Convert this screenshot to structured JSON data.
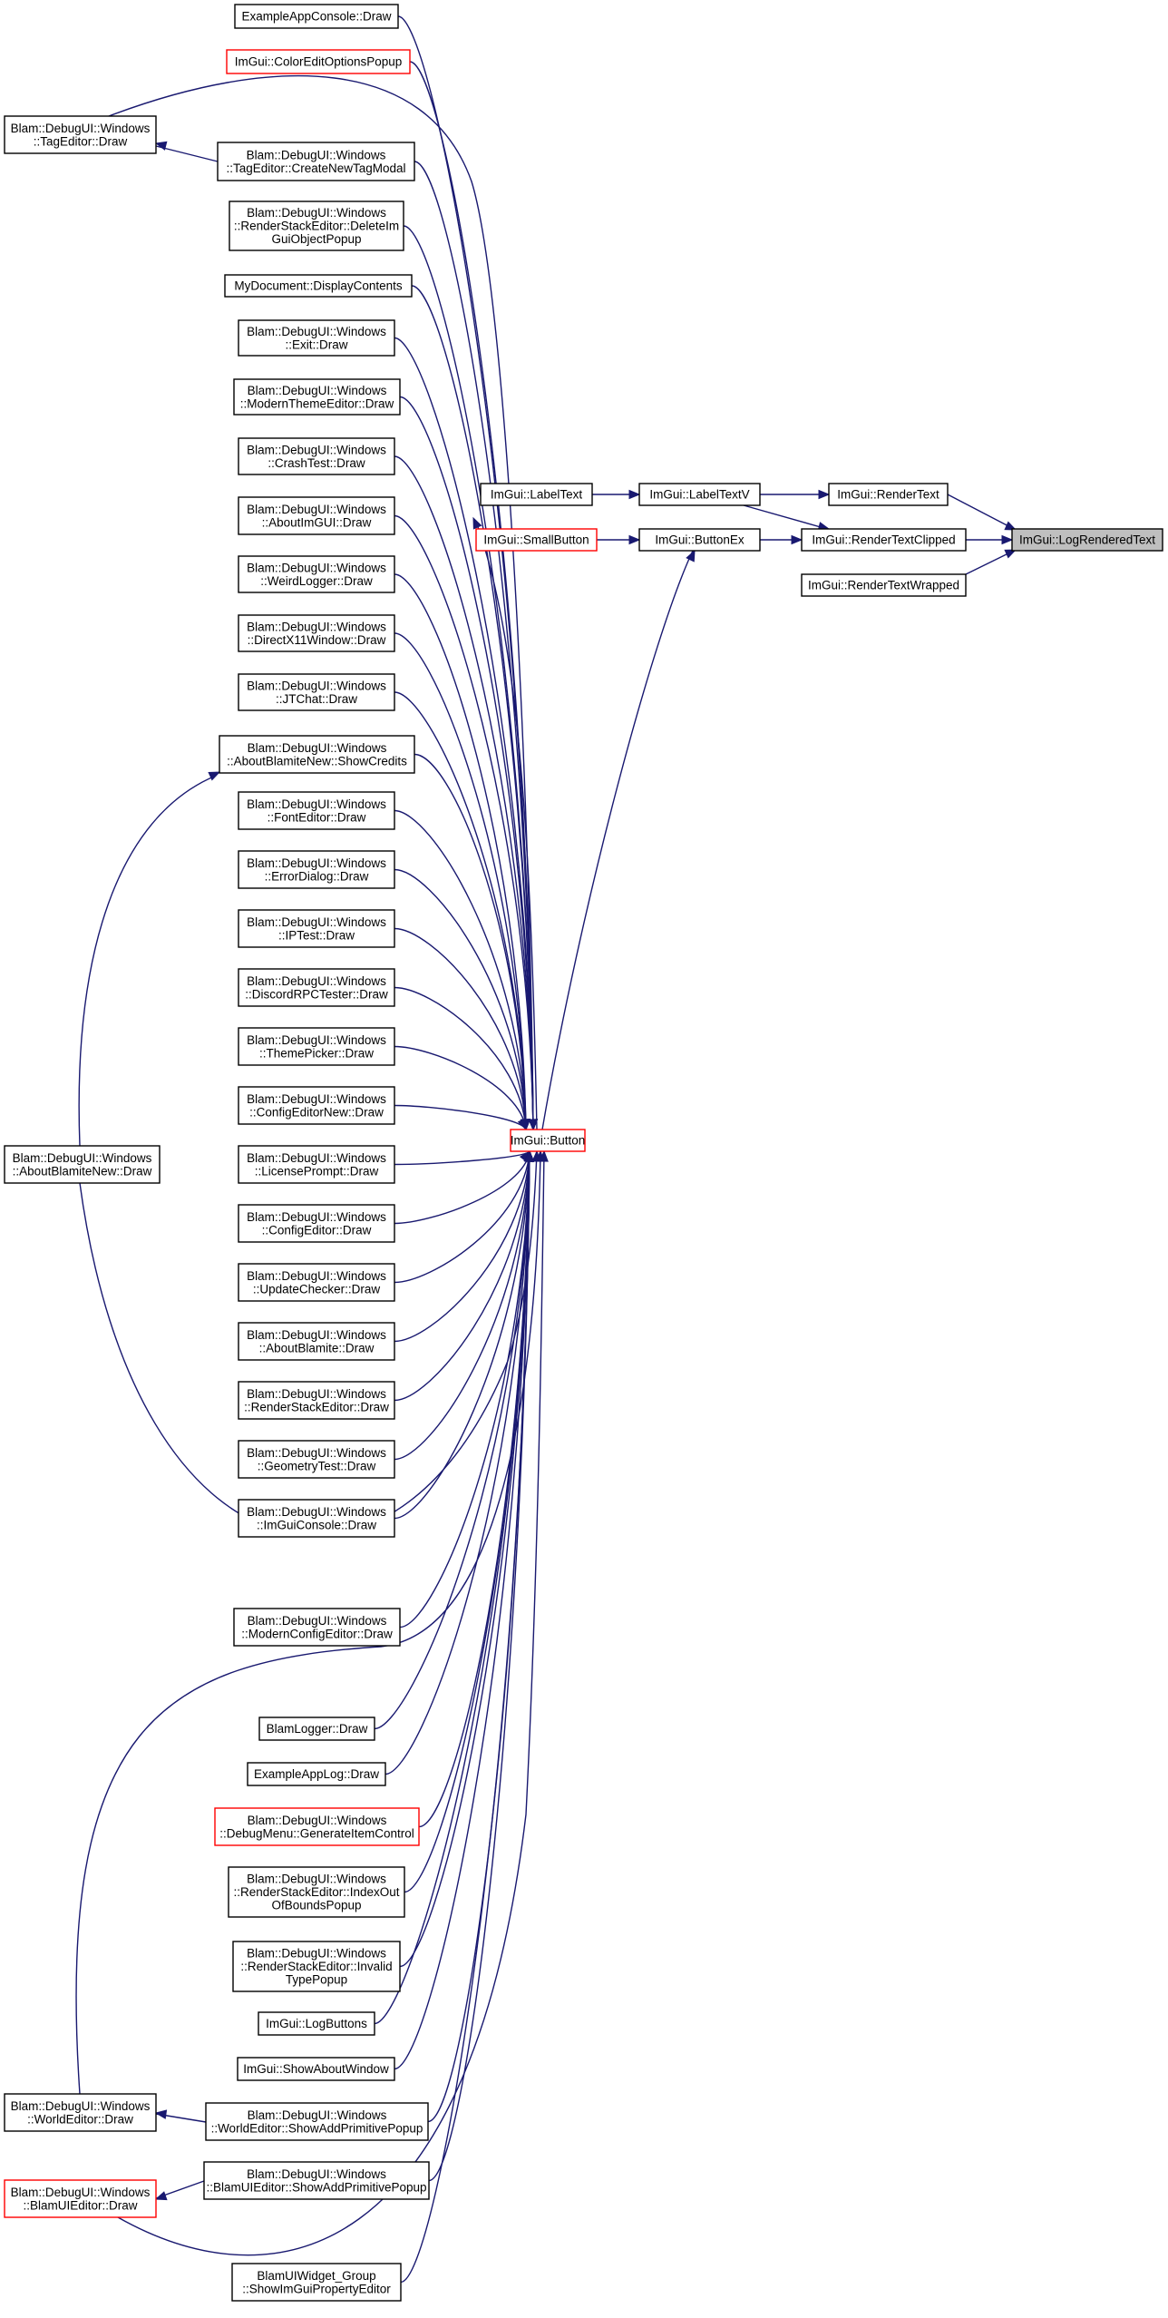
{
  "graph": {
    "edge_color": "#191970",
    "node_border_color": "#000000",
    "truncated_node_border_color": "#ff0000",
    "focus_node_fill": "#bfbfbf",
    "nodes": {
      "n1": {
        "label": [
          "ExampleAppConsole::Draw"
        ],
        "style": "normal"
      },
      "n2": {
        "label": [
          "ImGui::ColorEditOptionsPopup"
        ],
        "style": "red"
      },
      "n3": {
        "label": [
          "Blam::DebugUI::Windows",
          "::TagEditor::CreateNewTagModal"
        ],
        "style": "normal"
      },
      "n4": {
        "label": [
          "Blam::DebugUI::Windows",
          "::RenderStackEditor::DeleteIm",
          "GuiObjectPopup"
        ],
        "style": "normal"
      },
      "n5": {
        "label": [
          "MyDocument::DisplayContents"
        ],
        "style": "normal"
      },
      "n6": {
        "label": [
          "Blam::DebugUI::Windows",
          "::Exit::Draw"
        ],
        "style": "normal"
      },
      "n7": {
        "label": [
          "Blam::DebugUI::Windows",
          "::ModernThemeEditor::Draw"
        ],
        "style": "normal"
      },
      "n8": {
        "label": [
          "Blam::DebugUI::Windows",
          "::CrashTest::Draw"
        ],
        "style": "normal"
      },
      "n9": {
        "label": [
          "Blam::DebugUI::Windows",
          "::AboutImGUI::Draw"
        ],
        "style": "normal"
      },
      "n10": {
        "label": [
          "Blam::DebugUI::Windows",
          "::WeirdLogger::Draw"
        ],
        "style": "normal"
      },
      "n11": {
        "label": [
          "Blam::DebugUI::Windows",
          "::DirectX11Window::Draw"
        ],
        "style": "normal"
      },
      "n12": {
        "label": [
          "Blam::DebugUI::Windows",
          "::JTChat::Draw"
        ],
        "style": "normal"
      },
      "n13": {
        "label": [
          "Blam::DebugUI::Windows",
          "::AboutBlamiteNew::ShowCredits"
        ],
        "style": "normal"
      },
      "n14": {
        "label": [
          "Blam::DebugUI::Windows",
          "::FontEditor::Draw"
        ],
        "style": "normal"
      },
      "n15": {
        "label": [
          "Blam::DebugUI::Windows",
          "::ErrorDialog::Draw"
        ],
        "style": "normal"
      },
      "n16": {
        "label": [
          "Blam::DebugUI::Windows",
          "::IPTest::Draw"
        ],
        "style": "normal"
      },
      "n17": {
        "label": [
          "Blam::DebugUI::Windows",
          "::DiscordRPCTester::Draw"
        ],
        "style": "normal"
      },
      "n18": {
        "label": [
          "Blam::DebugUI::Windows",
          "::ThemePicker::Draw"
        ],
        "style": "normal"
      },
      "n19": {
        "label": [
          "Blam::DebugUI::Windows",
          "::ConfigEditorNew::Draw"
        ],
        "style": "normal"
      },
      "n20": {
        "label": [
          "Blam::DebugUI::Windows",
          "::LicensePrompt::Draw"
        ],
        "style": "normal"
      },
      "n21": {
        "label": [
          "Blam::DebugUI::Windows",
          "::ConfigEditor::Draw"
        ],
        "style": "normal"
      },
      "n22": {
        "label": [
          "Blam::DebugUI::Windows",
          "::UpdateChecker::Draw"
        ],
        "style": "normal"
      },
      "n23": {
        "label": [
          "Blam::DebugUI::Windows",
          "::AboutBlamite::Draw"
        ],
        "style": "normal"
      },
      "n24": {
        "label": [
          "Blam::DebugUI::Windows",
          "::RenderStackEditor::Draw"
        ],
        "style": "normal"
      },
      "n25": {
        "label": [
          "Blam::DebugUI::Windows",
          "::GeometryTest::Draw"
        ],
        "style": "normal"
      },
      "n26": {
        "label": [
          "Blam::DebugUI::Windows",
          "::ImGuiConsole::Draw"
        ],
        "style": "normal"
      },
      "n27": {
        "label": [
          "Blam::DebugUI::Windows",
          "::ModernConfigEditor::Draw"
        ],
        "style": "normal"
      },
      "n28": {
        "label": [
          "BlamLogger::Draw"
        ],
        "style": "normal"
      },
      "n29": {
        "label": [
          "ExampleAppLog::Draw"
        ],
        "style": "normal"
      },
      "n30": {
        "label": [
          "Blam::DebugUI::Windows",
          "::DebugMenu::GenerateItemControl"
        ],
        "style": "red"
      },
      "n31": {
        "label": [
          "Blam::DebugUI::Windows",
          "::RenderStackEditor::IndexOut",
          "OfBoundsPopup"
        ],
        "style": "normal"
      },
      "n32": {
        "label": [
          "Blam::DebugUI::Windows",
          "::RenderStackEditor::Invalid",
          "TypePopup"
        ],
        "style": "normal"
      },
      "n33": {
        "label": [
          "ImGui::LogButtons"
        ],
        "style": "normal"
      },
      "n34": {
        "label": [
          "ImGui::ShowAboutWindow"
        ],
        "style": "normal"
      },
      "n35": {
        "label": [
          "Blam::DebugUI::Windows",
          "::WorldEditor::ShowAddPrimitivePopup"
        ],
        "style": "normal"
      },
      "n36": {
        "label": [
          "Blam::DebugUI::Windows",
          "::BlamUIEditor::ShowAddPrimitivePopup"
        ],
        "style": "normal"
      },
      "n37": {
        "label": [
          "BlamUIWidget_Group",
          "::ShowImGuiPropertyEditor"
        ],
        "style": "normal"
      },
      "tagEditor": {
        "label": [
          "Blam::DebugUI::Windows",
          "::TagEditor::Draw"
        ],
        "style": "normal"
      },
      "aboutNew": {
        "label": [
          "Blam::DebugUI::Windows",
          "::AboutBlamiteNew::Draw"
        ],
        "style": "normal"
      },
      "worldEditor": {
        "label": [
          "Blam::DebugUI::Windows",
          "::WorldEditor::Draw"
        ],
        "style": "normal"
      },
      "blamUIEditor": {
        "label": [
          "Blam::DebugUI::Windows",
          "::BlamUIEditor::Draw"
        ],
        "style": "red"
      },
      "button": {
        "label": [
          "ImGui::Button"
        ],
        "style": "red"
      },
      "smallButton": {
        "label": [
          "ImGui::SmallButton"
        ],
        "style": "red"
      },
      "labelText": {
        "label": [
          "ImGui::LabelText"
        ],
        "style": "normal"
      },
      "labelTextV": {
        "label": [
          "ImGui::LabelTextV"
        ],
        "style": "normal"
      },
      "buttonEx": {
        "label": [
          "ImGui::ButtonEx"
        ],
        "style": "normal"
      },
      "renderText": {
        "label": [
          "ImGui::RenderText"
        ],
        "style": "normal"
      },
      "renderTextClipped": {
        "label": [
          "ImGui::RenderTextClipped"
        ],
        "style": "normal"
      },
      "renderTextWrapped": {
        "label": [
          "ImGui::RenderTextWrapped"
        ],
        "style": "normal"
      },
      "logRenderedText": {
        "label": [
          "ImGui::LogRenderedText"
        ],
        "style": "focus"
      }
    }
  }
}
